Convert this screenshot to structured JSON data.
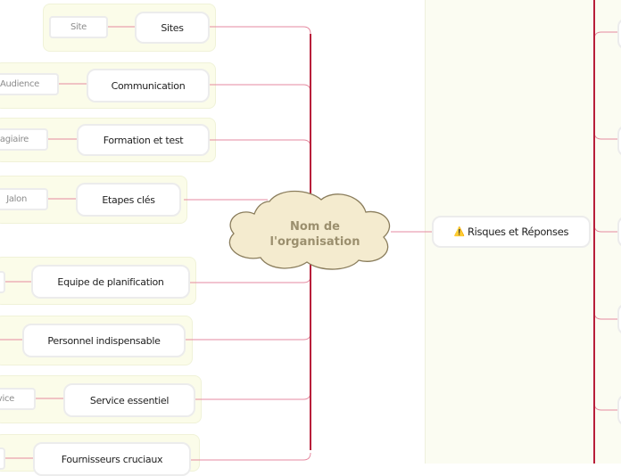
{
  "center": {
    "title": "Nom de l'organisation"
  },
  "branches": [
    {
      "label": "Sites",
      "child": "Site"
    },
    {
      "label": "Communication",
      "child": "Audience"
    },
    {
      "label": "Formation et test",
      "child": "Stagiaire"
    },
    {
      "label": "Etapes clés",
      "child": "Jalon"
    },
    {
      "label": "Equipe de planification",
      "child": ""
    },
    {
      "label": "Personnel indispensable",
      "child": ""
    },
    {
      "label": "Service essentiel",
      "child": "Service"
    },
    {
      "label": "Fournisseurs cruciaux",
      "child": ""
    }
  ],
  "right_node": {
    "label": "Risques et Réponses",
    "icon": "warning-icon"
  },
  "colors": {
    "branch_line": "#b81e3a",
    "connector": "#e58aa0",
    "group_bg": "#fbfce9",
    "cloud_fill": "#f4ebcf",
    "cloud_stroke": "#8a7d5c"
  }
}
